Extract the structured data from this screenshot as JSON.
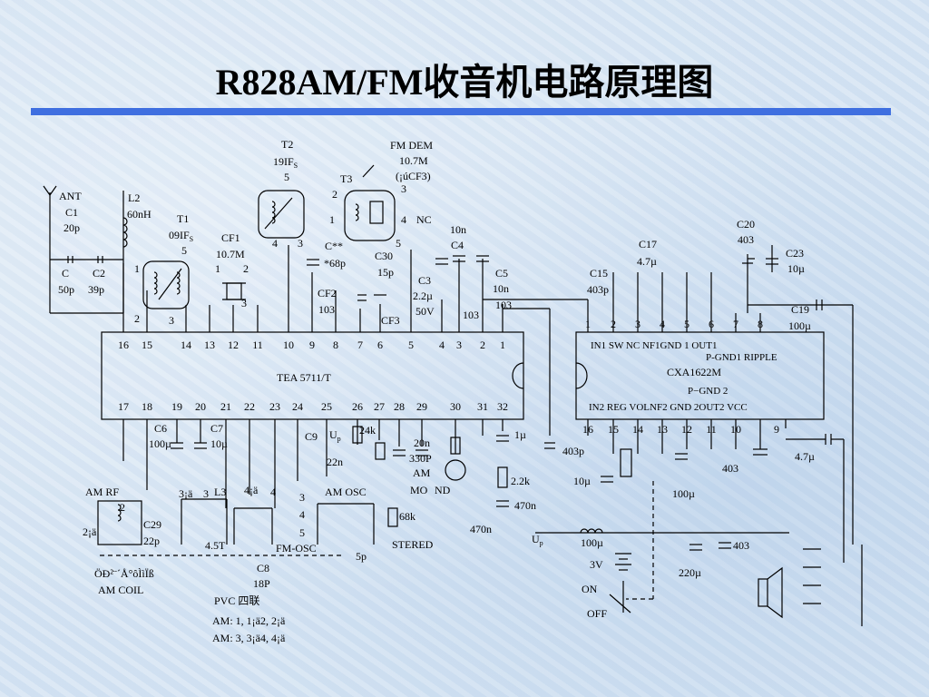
{
  "title": "R828AM/FM收音机电路原理图",
  "ic1": {
    "name": "TEA 5711/T",
    "top_pins": [
      "16",
      "15",
      "14",
      "13",
      "12",
      "11",
      "10",
      "9",
      "8",
      "7",
      "6",
      "5",
      "4",
      "3",
      "2",
      "1"
    ],
    "bottom_pins": [
      "17",
      "18",
      "19",
      "20",
      "21",
      "22",
      "23",
      "24",
      "25",
      "26",
      "27",
      "28",
      "29",
      "30",
      "31",
      "32"
    ]
  },
  "ic2": {
    "name": "CXA1622M",
    "top_pins": [
      "1",
      "2",
      "3",
      "4",
      "5",
      "6",
      "7",
      "8"
    ],
    "bottom_pins": [
      "16",
      "15",
      "14",
      "13",
      "12",
      "11",
      "10",
      "9"
    ],
    "top_funcs": "IN1 SW  NC NF1GND 1  OUT1",
    "pgnd1": "P-GND1  RIPPLE",
    "pgnd2": "P−GND 2",
    "bottom_funcs": "IN2 REG VOLNF2  GND 2OUT2  VCC"
  },
  "labels": {
    "ant": "ANT",
    "c1": "C1",
    "c1v": "20p",
    "l2": "L2",
    "l2v": "60nH",
    "c": "C",
    "cv": "50p",
    "c2": "C2",
    "c2v": "39p",
    "t1": "T1",
    "t1s": "09IF",
    "t1sub": "S",
    "t1p5": "5",
    "t1p1": "1",
    "t1p2": "2",
    "t1p3": "3",
    "cf1": "CF1",
    "cf1v": "10.7M",
    "cf1p1": "1",
    "cf1p2": "2",
    "cf1p3": "3",
    "t2": "T2",
    "t2s": "19IF",
    "t2sub": "S",
    "t2p5": "5",
    "t2p4": "4",
    "t2p3": "3",
    "t3": "T3",
    "t3p2": "2",
    "t3p1": "1",
    "t3p3": "3",
    "t3p4": "4",
    "t3nc": "NC",
    "t3p5": "5",
    "fmdem": "FM DEM",
    "fmdemv": "10.7M",
    "fmdemn": "(¡úCF3)",
    "cxx": "C**",
    "cxxv": "*68p",
    "c30": "C30",
    "c30v": "15p",
    "cf2": "CF2",
    "cf2v": "103",
    "cf3": "CF3",
    "c3": "C3",
    "c3v": "2.2µ",
    "c3v2": "50V",
    "c4v": "10n",
    "c4": "C4",
    "c5": "C5",
    "c5v": "10n",
    "v103a": "103",
    "v103b": "103",
    "c15": "C15",
    "c15v": "403p",
    "c17": "C17",
    "c17v": "4.7µ",
    "c20": "C20",
    "c20v": "403",
    "c23": "C23",
    "c23v": "10µ",
    "c19": "C19",
    "c19v": "100µ",
    "c6": "C6",
    "c6v": "100µ",
    "c7": "C7",
    "c7v": "10µ",
    "c9": "C9",
    "up": "U",
    "upsub": "p",
    "v22n": "22n",
    "v24k": "24k",
    "v20n": "20n",
    "v330p": "330P",
    "am": "AM",
    "mo": "MO",
    "nd": "ND",
    "v68k": "68k",
    "stered": "STERED",
    "v470n_a": "470n",
    "v470n_b": "470n",
    "v2_2k": "2.2k",
    "v1u": "1µ",
    "v403p": "403p",
    "v10u": "10µ",
    "v100u_a": "100µ",
    "v100u_b": "100µ",
    "v403_a": "403",
    "v403_b": "403",
    "v4_7u": "4.7µ",
    "up2": "U",
    "up2sub": "p",
    "v220u": "220µ",
    "v3v": "3V",
    "on": "ON",
    "off": "OFF",
    "amrf": "AM  RF",
    "am_n2": "2",
    "am_n2b": "2¡ä",
    "c29": "C29",
    "c29v": "22p",
    "p3a": "3¡ä",
    "p3": "3",
    "l3": "L3",
    "p4a": "4¡ä",
    "p4": "4",
    "amosc": "AM OSC",
    "p3b": "3",
    "p4b": "4",
    "p5b": "5",
    "v4_5t": "4.5T",
    "fmosc": "FM-OSC",
    "v5p": "5p",
    "c8": "C8",
    "c8v": "18P",
    "amcoil1": "ÖÐ²¨´Å°ôÌìÏß",
    "amcoil2": "AM COIL",
    "pvc": "PVC   四联",
    "pvc_am1": "AM: 1, 1¡ä2, 2¡ä",
    "pvc_am2": "AM: 3, 3¡ä4, 4¡ä"
  },
  "colors": {
    "rule": "#3f6fe0",
    "line": "#000000"
  }
}
